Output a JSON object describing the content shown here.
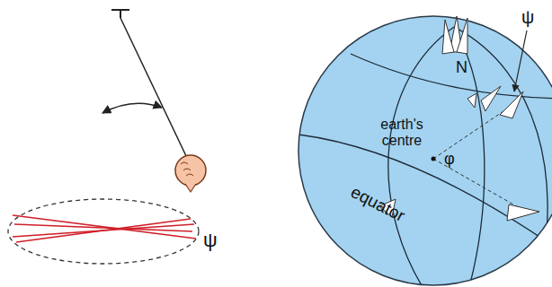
{
  "diagram": {
    "labels": [
      "ψ",
      "N",
      "ψ",
      "earth's centre",
      "φ",
      "equator"
    ]
  }
}
